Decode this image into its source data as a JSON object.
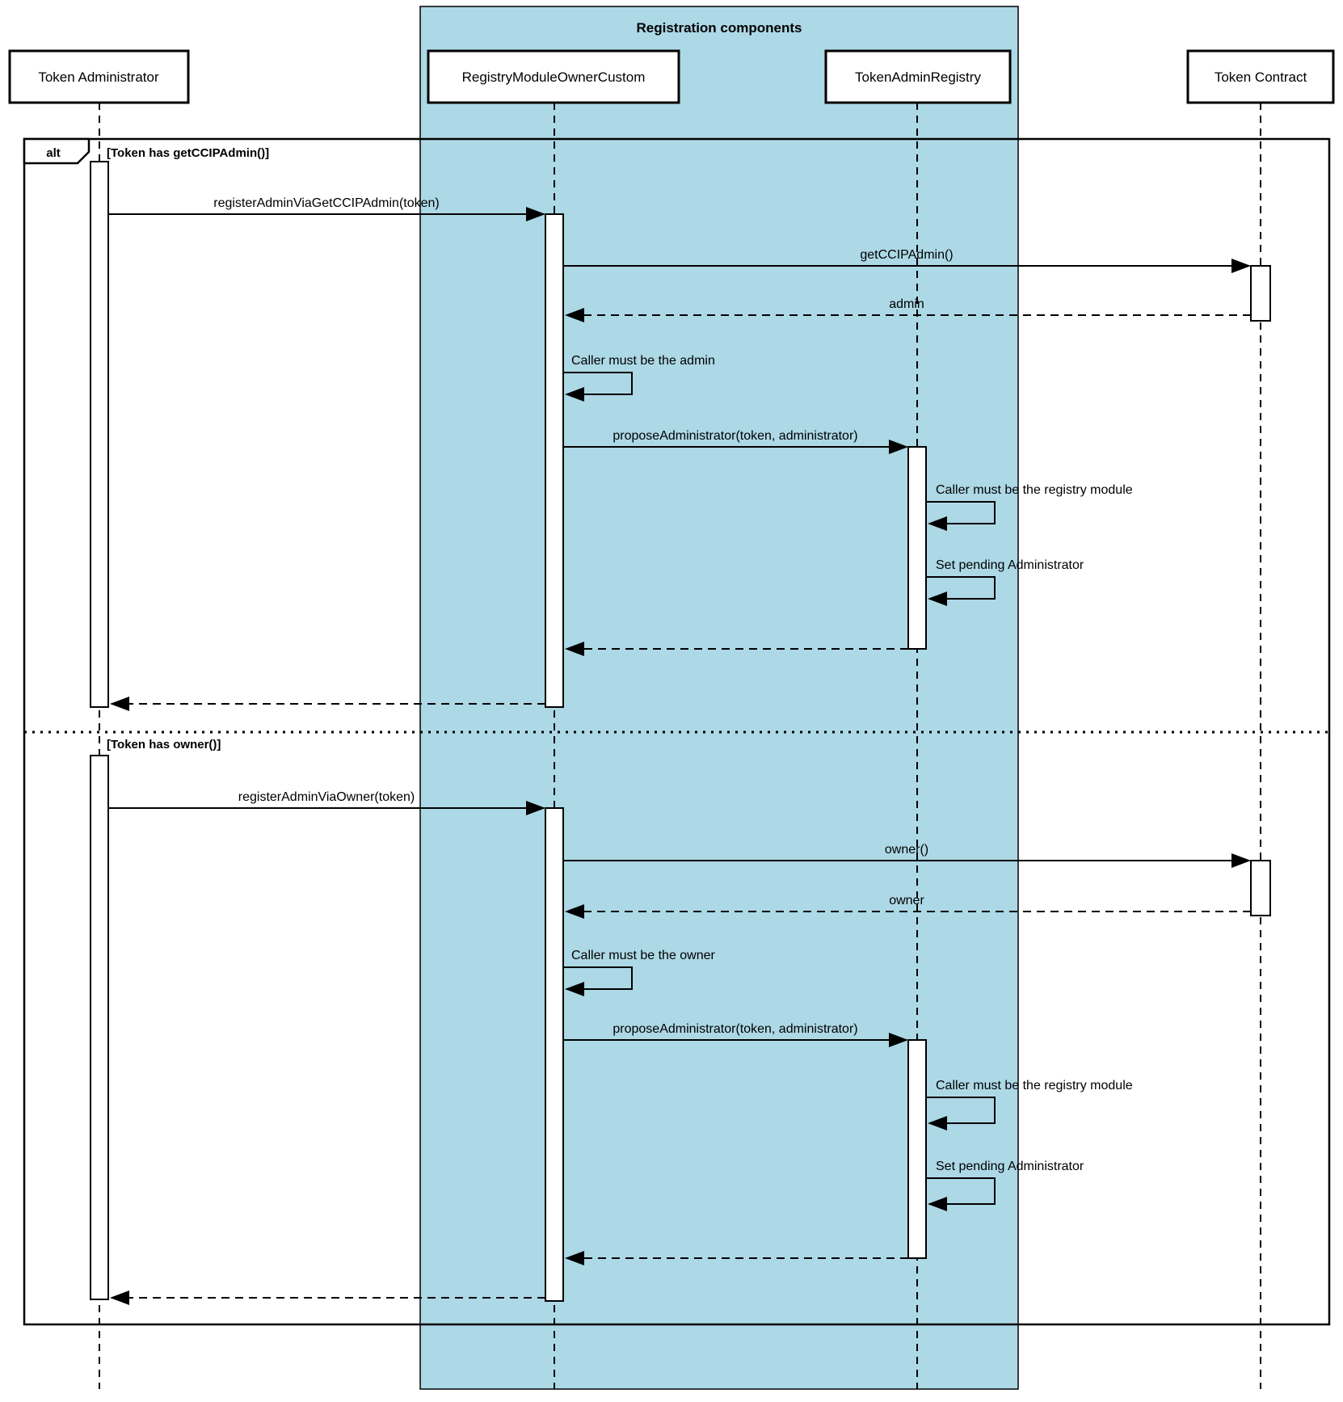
{
  "title": "Registration components",
  "frame": {
    "operator": "alt",
    "guards": [
      "[Token has getCCIPAdmin()]",
      "[Token has owner()]"
    ]
  },
  "participants": [
    {
      "id": "token-administrator",
      "label": "Token Administrator"
    },
    {
      "id": "registry-module-owner-custom",
      "label": "RegistryModuleOwnerCustom"
    },
    {
      "id": "token-admin-registry",
      "label": "TokenAdminRegistry"
    },
    {
      "id": "token-contract",
      "label": "Token Contract"
    }
  ],
  "sections": [
    {
      "guard": "[Token has getCCIPAdmin()]",
      "messages": [
        {
          "from": "Token Administrator",
          "to": "RegistryModuleOwnerCustom",
          "kind": "call",
          "text": "registerAdminViaGetCCIPAdmin(token)"
        },
        {
          "from": "RegistryModuleOwnerCustom",
          "to": "Token Contract",
          "kind": "call",
          "text": "getCCIPAdmin()"
        },
        {
          "from": "Token Contract",
          "to": "RegistryModuleOwnerCustom",
          "kind": "return",
          "text": "admin"
        },
        {
          "from": "RegistryModuleOwnerCustom",
          "to": "RegistryModuleOwnerCustom",
          "kind": "self",
          "text": "Caller must be the admin"
        },
        {
          "from": "RegistryModuleOwnerCustom",
          "to": "TokenAdminRegistry",
          "kind": "call",
          "text": "proposeAdministrator(token, administrator)"
        },
        {
          "from": "TokenAdminRegistry",
          "to": "TokenAdminRegistry",
          "kind": "self",
          "text": "Caller must be the registry module"
        },
        {
          "from": "TokenAdminRegistry",
          "to": "TokenAdminRegistry",
          "kind": "self",
          "text": "Set pending Administrator"
        },
        {
          "from": "TokenAdminRegistry",
          "to": "RegistryModuleOwnerCustom",
          "kind": "return",
          "text": ""
        },
        {
          "from": "RegistryModuleOwnerCustom",
          "to": "Token Administrator",
          "kind": "return",
          "text": ""
        }
      ]
    },
    {
      "guard": "[Token has owner()]",
      "messages": [
        {
          "from": "Token Administrator",
          "to": "RegistryModuleOwnerCustom",
          "kind": "call",
          "text": "registerAdminViaOwner(token)"
        },
        {
          "from": "RegistryModuleOwnerCustom",
          "to": "Token Contract",
          "kind": "call",
          "text": "owner()"
        },
        {
          "from": "Token Contract",
          "to": "RegistryModuleOwnerCustom",
          "kind": "return",
          "text": "owner"
        },
        {
          "from": "RegistryModuleOwnerCustom",
          "to": "RegistryModuleOwnerCustom",
          "kind": "self",
          "text": "Caller must be the owner"
        },
        {
          "from": "RegistryModuleOwnerCustom",
          "to": "TokenAdminRegistry",
          "kind": "call",
          "text": "proposeAdministrator(token, administrator)"
        },
        {
          "from": "TokenAdminRegistry",
          "to": "TokenAdminRegistry",
          "kind": "self",
          "text": "Caller must be the registry module"
        },
        {
          "from": "TokenAdminRegistry",
          "to": "TokenAdminRegistry",
          "kind": "self",
          "text": "Set pending Administrator"
        },
        {
          "from": "TokenAdminRegistry",
          "to": "RegistryModuleOwnerCustom",
          "kind": "return",
          "text": ""
        },
        {
          "from": "RegistryModuleOwnerCustom",
          "to": "Token Administrator",
          "kind": "return",
          "text": ""
        }
      ]
    }
  ],
  "colors": {
    "group_fill": "#ADD8E6",
    "line": "#000000",
    "activation_fill": "#FFFFFF",
    "background": "#FFFFFF"
  }
}
